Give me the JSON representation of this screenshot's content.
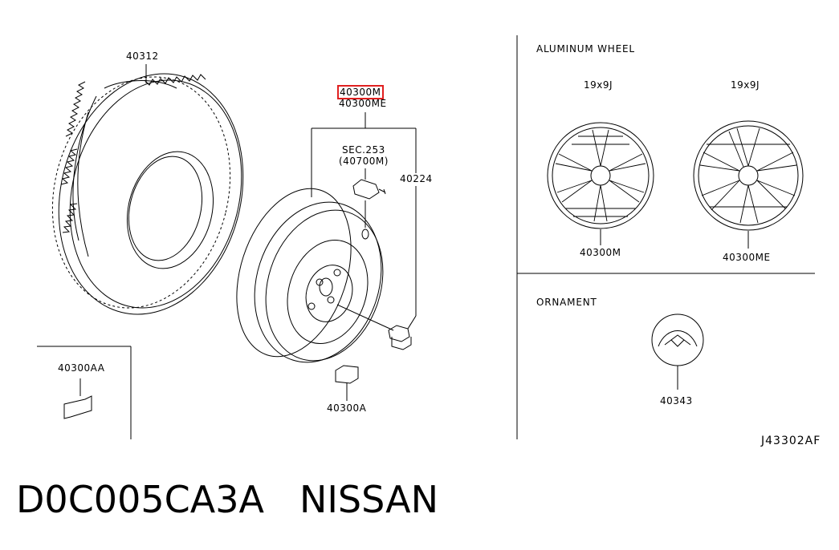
{
  "diagram": {
    "sections": {
      "aluminum_wheel": "ALUMINUM WHEEL",
      "ornament": "ORNAMENT"
    },
    "labels": {
      "tire": "40312",
      "wheel_highlighted": "40300M",
      "wheel_alt": "40300ME",
      "sec_ref": "SEC.253",
      "sec_ref_part": "(40700M)",
      "nut": "40224",
      "balance_weight": "40300A",
      "inset_weight": "40300AA",
      "wheel_size_left": "19x9J",
      "wheel_size_right": "19x9J",
      "alu_wheel_left": "40300M",
      "alu_wheel_right": "40300ME",
      "ornament_part": "40343"
    },
    "diagram_code": "J43302AF",
    "highlight_color": "#e02020"
  },
  "caption": {
    "part_number": "D0C005CA3A",
    "brand": "NISSAN"
  }
}
